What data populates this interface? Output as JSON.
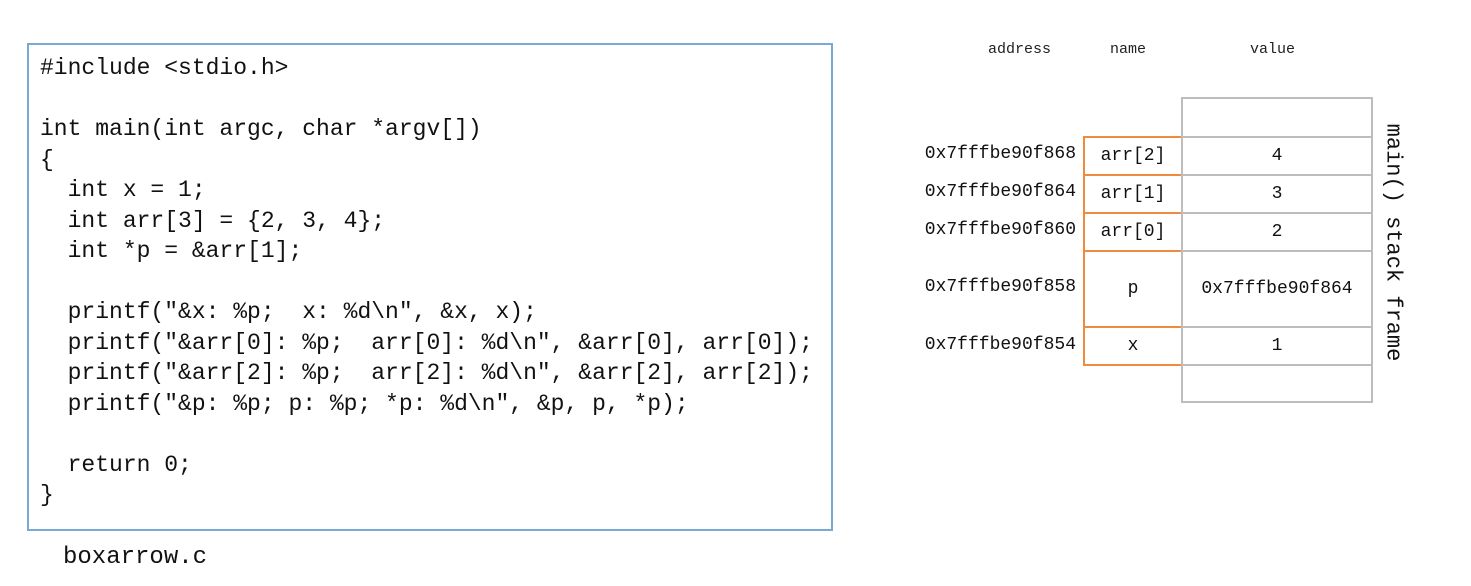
{
  "code": {
    "lines": [
      "#include <stdio.h>",
      "",
      "int main(int argc, char *argv[])",
      "{",
      "  int x = 1;",
      "  int arr[3] = {2, 3, 4};",
      "  int *p = &arr[1];",
      "",
      "  printf(\"&x: %p;  x: %d\\n\", &x, x);",
      "  printf(\"&arr[0]: %p;  arr[0]: %d\\n\", &arr[0], arr[0]);",
      "  printf(\"&arr[2]: %p;  arr[2]: %d\\n\", &arr[2], arr[2]);",
      "  printf(\"&p: %p; p: %p; *p: %d\\n\", &p, p, *p);",
      "",
      "  return 0;",
      "}"
    ],
    "filename": "boxarrow.c"
  },
  "stack": {
    "headers": {
      "address": "address",
      "name": "name",
      "value": "value"
    },
    "rows": [
      {
        "address": "0x7fffbe90f868",
        "name": "arr[2]",
        "value": "4"
      },
      {
        "address": "0x7fffbe90f864",
        "name": "arr[1]",
        "value": "3"
      },
      {
        "address": "0x7fffbe90f860",
        "name": "arr[0]",
        "value": "2"
      },
      {
        "address": "0x7fffbe90f858",
        "name": "p",
        "value": "0x7fffbe90f864"
      },
      {
        "address": "0x7fffbe90f854",
        "name": "x",
        "value": "1"
      }
    ],
    "frame_label": "main() stack frame",
    "colors": {
      "variable_border": "#f08a3c",
      "cell_border": "#bdbdbd",
      "code_border": "#7aa9d6"
    }
  }
}
